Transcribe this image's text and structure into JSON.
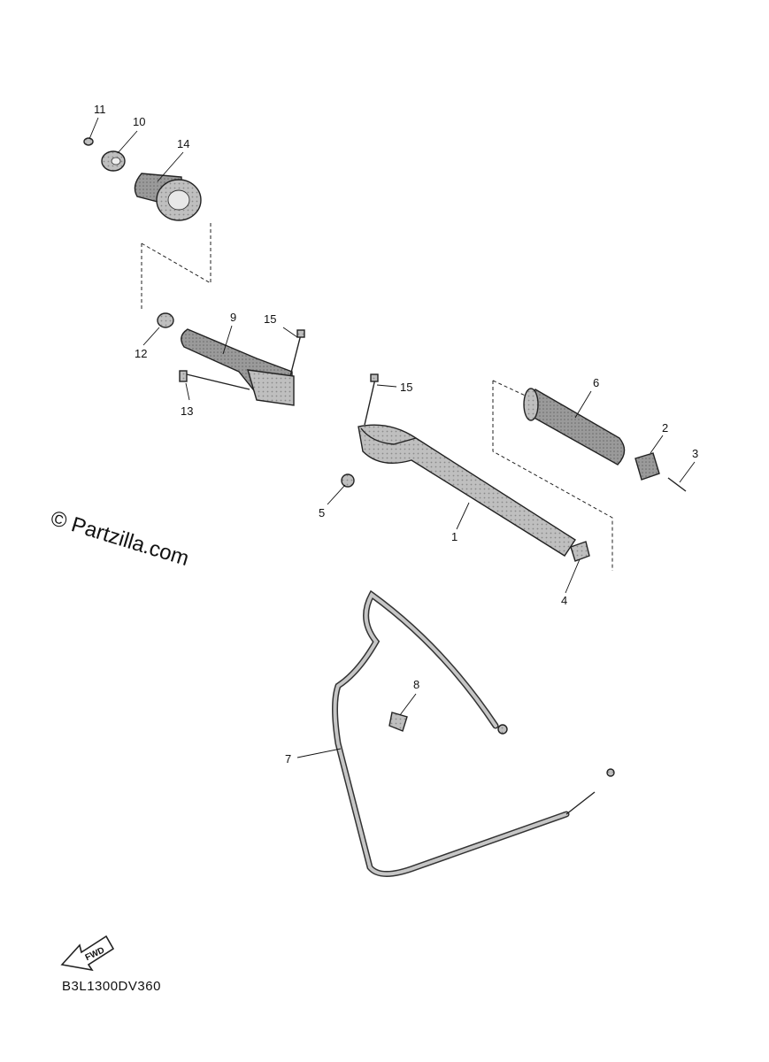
{
  "watermark": "© Partzilla.com",
  "diagram_code": "B3L1300DV360",
  "fwd_label": "FWD",
  "callouts": [
    "1",
    "2",
    "3",
    "4",
    "5",
    "6",
    "7",
    "8",
    "9",
    "10",
    "11",
    "12",
    "13",
    "14",
    "15",
    "15"
  ]
}
